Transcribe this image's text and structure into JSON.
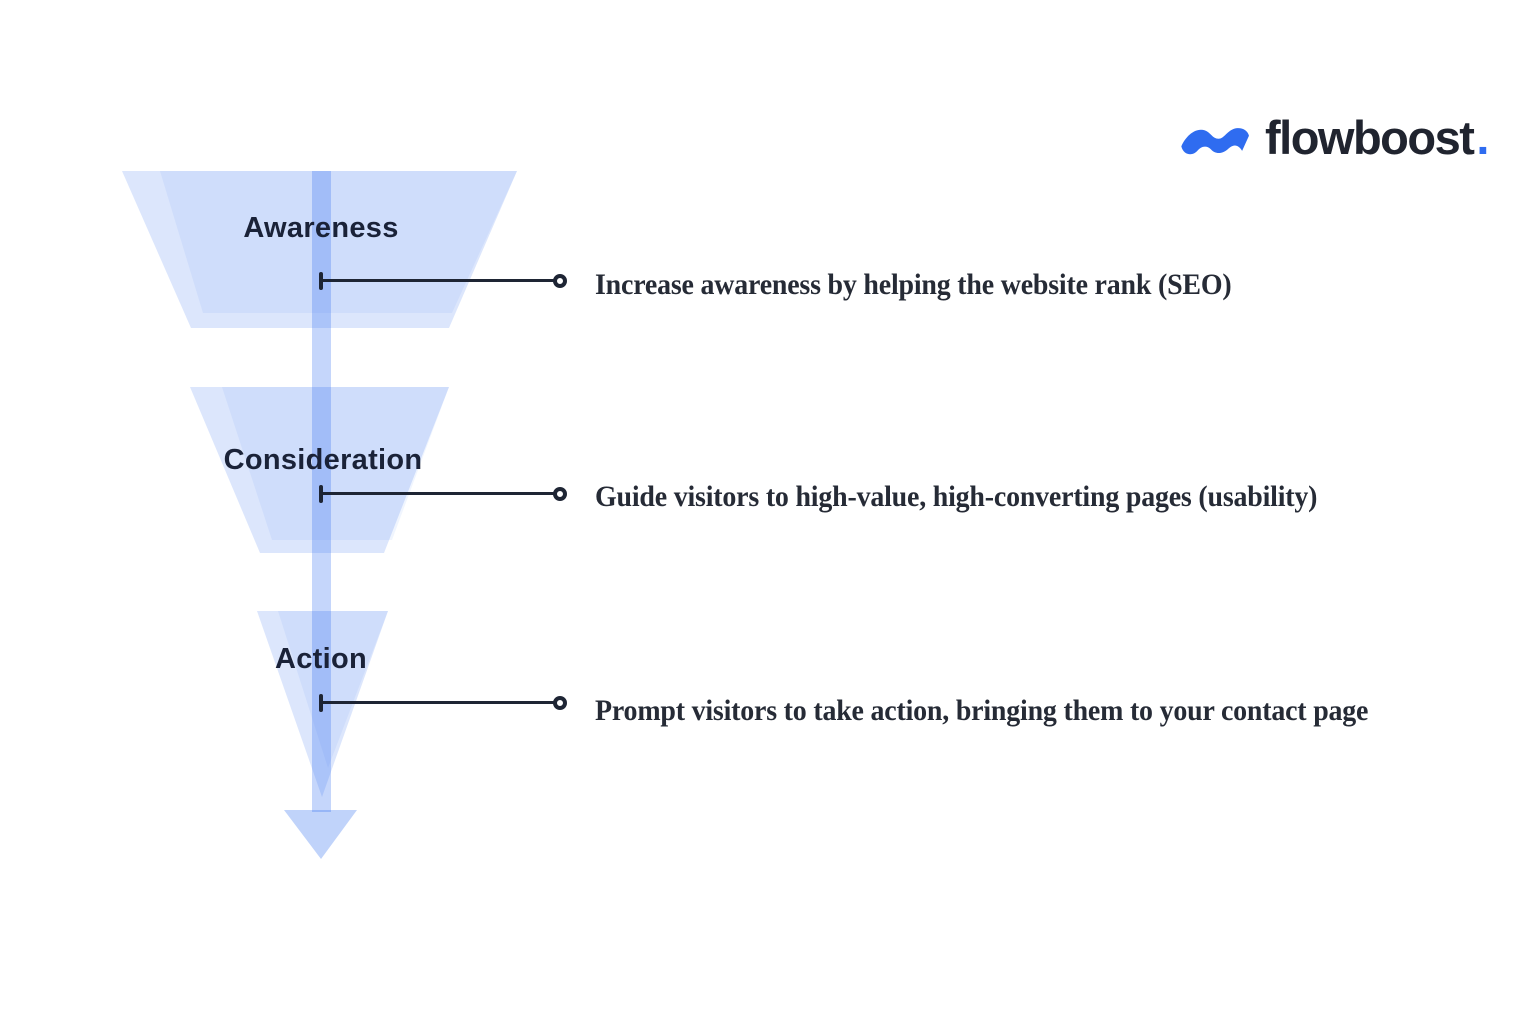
{
  "logo": {
    "brand": "flowboost",
    "dot": ".",
    "icon": "wave-squiggle-icon",
    "accent_color": "#2f6cf0",
    "text_color": "#20242f"
  },
  "funnel": {
    "type": "inverted-funnel",
    "stages": [
      {
        "label": "Awareness",
        "note": "Increase awareness by helping the website rank (SEO)"
      },
      {
        "label": "Consideration",
        "note": "Guide visitors to high-value, high-converting pages (usability)"
      },
      {
        "label": "Action",
        "note": "Prompt visitors to take action, bringing them to your contact page"
      }
    ],
    "shape_color": "#d8e2fa",
    "arrow_shaft_color": "#c9d8f9",
    "arrow_head_color": "#c2d4fb",
    "label_color": "#1a2238",
    "note_color": "#262b36",
    "connector_color": "#1e2534"
  }
}
